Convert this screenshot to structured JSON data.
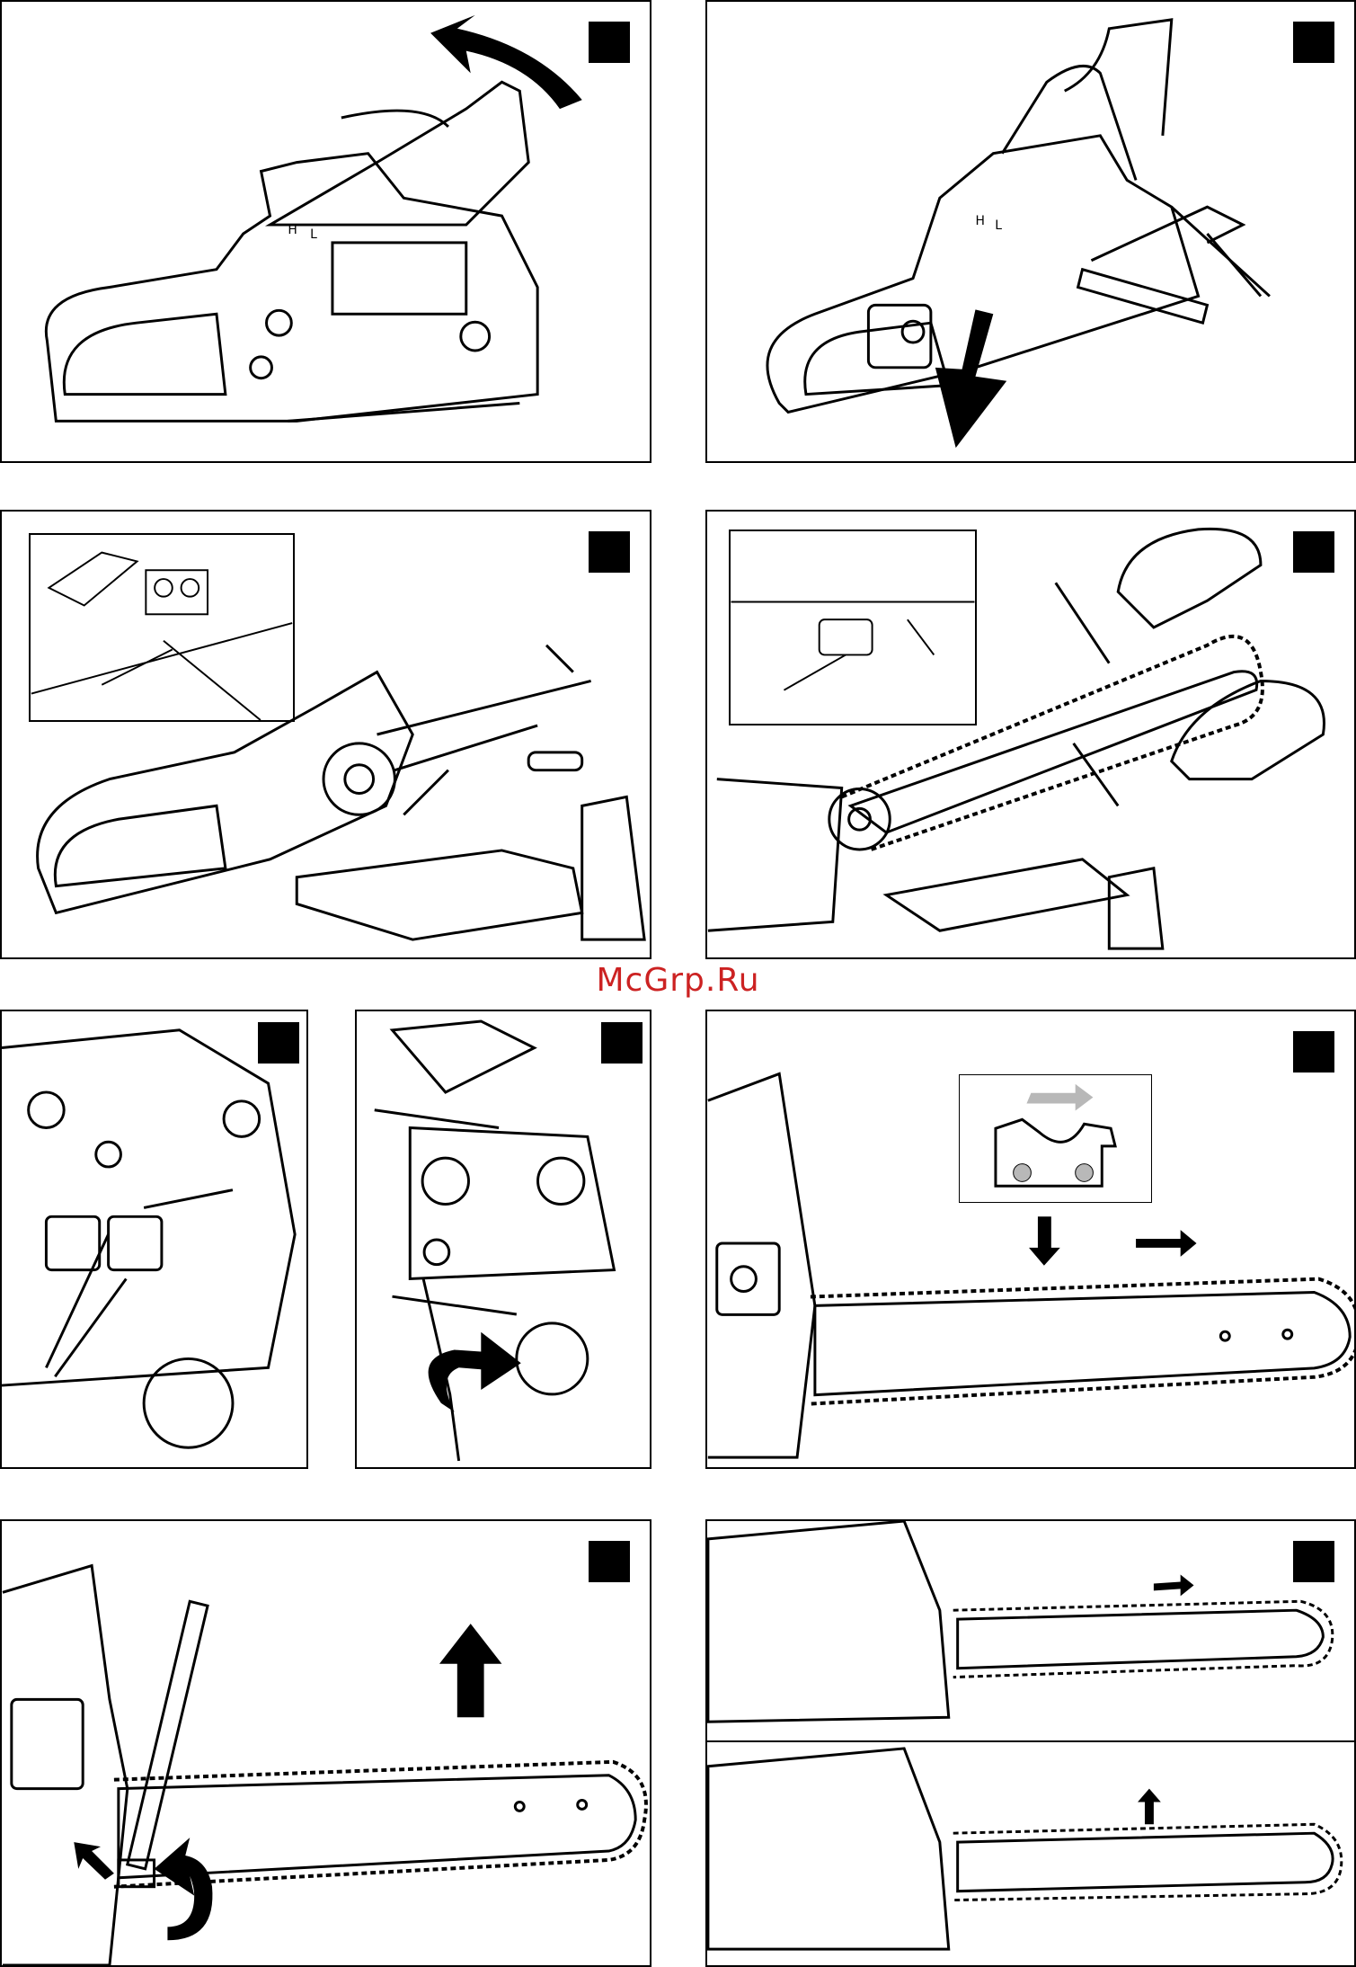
{
  "watermark": "McGrp.Ru",
  "panel_labels": {
    "throttle_knob_1": "H",
    "throttle_knob_2": "L"
  },
  "icons": [
    "arrow-icon",
    "chainsaw-illustration",
    "bar-illustration",
    "chain-illustration",
    "glove-hand-illustration",
    "wrench-illustration",
    "screwdriver-illustration"
  ],
  "colors": {
    "line": "#000000",
    "watermark": "#cc2222",
    "inset_arrow": "#b8b8b8"
  }
}
